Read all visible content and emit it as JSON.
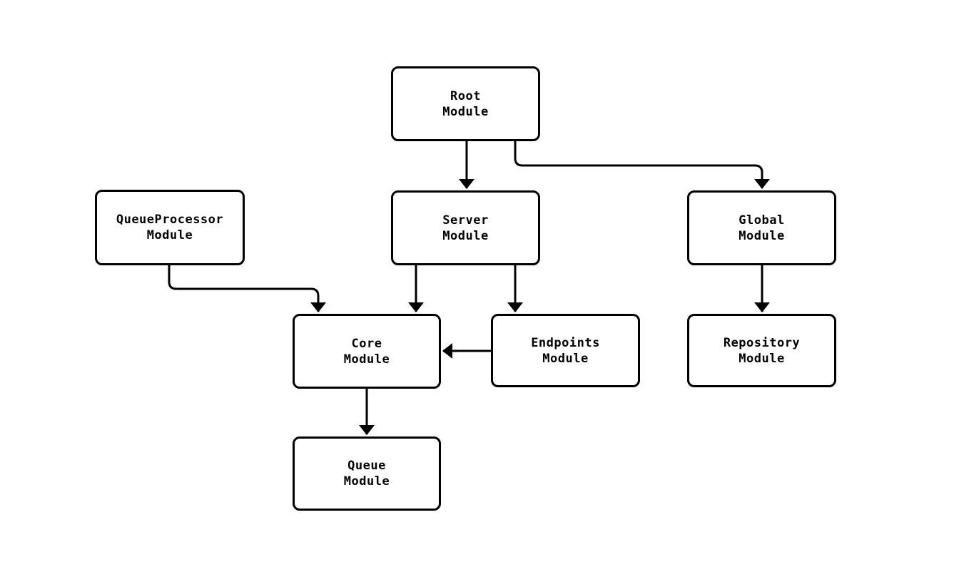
{
  "diagram": {
    "type": "module-dependency-flowchart",
    "background_color": "#ffffff",
    "stroke_color": "#000000",
    "node_fill_color": "#ffffff",
    "nodes": [
      {
        "id": "root",
        "label": "Root\nModule"
      },
      {
        "id": "queueprocessor",
        "label": "QueueProcessor\nModule"
      },
      {
        "id": "server",
        "label": "Server\nModule"
      },
      {
        "id": "global",
        "label": "Global\nModule"
      },
      {
        "id": "core",
        "label": "Core\nModule"
      },
      {
        "id": "endpoints",
        "label": "Endpoints\nModule"
      },
      {
        "id": "repository",
        "label": "Repository\nModule"
      },
      {
        "id": "queue",
        "label": "Queue\nModule"
      }
    ],
    "edges": [
      {
        "from": "Root Module",
        "to": "Server Module"
      },
      {
        "from": "Root Module",
        "to": "Global Module"
      },
      {
        "from": "QueueProcessor Module",
        "to": "Core Module"
      },
      {
        "from": "Server Module",
        "to": "Core Module"
      },
      {
        "from": "Server Module",
        "to": "Endpoints Module"
      },
      {
        "from": "Endpoints Module",
        "to": "Core Module"
      },
      {
        "from": "Global Module",
        "to": "Repository Module"
      },
      {
        "from": "Core Module",
        "to": "Queue Module"
      }
    ]
  }
}
